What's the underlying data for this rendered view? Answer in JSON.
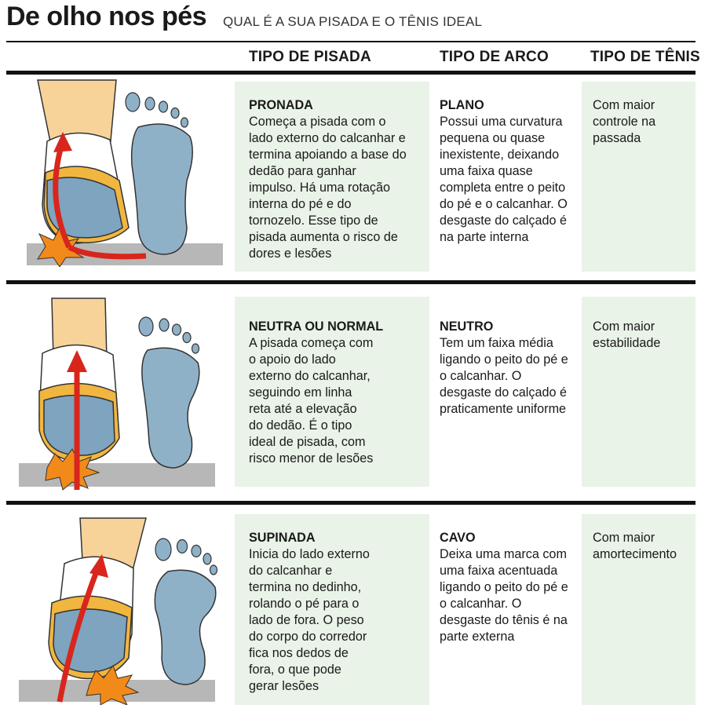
{
  "header": {
    "title": "De olho nos pés",
    "subtitle": "QUAL É A SUA PISADA E  O TÊNIS IDEAL"
  },
  "columns": {
    "pisada": "TIPO DE PISADA",
    "arco": "TIPO DE ARCO",
    "tenis": "TIPO DE TÊNIS"
  },
  "rows": [
    {
      "pisada_title": "PRONADA",
      "pisada_text": "Começa a pisada com o\nlado externo do calcanhar e\ntermina apoiando a base do\ndedão para ganhar\nimpulso. Há uma rotação\ninterna do pé e do\ntornozelo. Esse tipo de\npisada aumenta o risco de\ndores e lesões",
      "arco_title": "PLANO",
      "arco_text": "Possui uma curvatura\npequena ou quase\ninexistente, deixando\numa faixa quase\ncompleta entre o peito\ndo pé e o calcanhar. O\ndesgaste do calçado é\nna parte interna",
      "tenis_text": "Com maior\ncontrole na\npassada"
    },
    {
      "pisada_title": "NEUTRA OU NORMAL",
      "pisada_text": "A pisada começa com\no apoio do lado\nexterno do calcanhar,\nseguindo em linha\nreta até a elevação\ndo dedão. É o tipo\nideal de pisada, com\nrisco menor de lesões",
      "arco_title": "NEUTRO",
      "arco_text": "Tem um faixa média\nligando o peito do pé e\no calcanhar. O\ndesgaste do calçado é\npraticamente uniforme",
      "tenis_text": "Com maior\nestabilidade"
    },
    {
      "pisada_title": "SUPINADA",
      "pisada_text": "Inicia do lado externo\ndo calcanhar e\ntermina no dedinho,\nrolando o pé para o\nlado de fora. O peso\ndo corpo do corredor\nfica nos dedos de\nfora, o que pode\ngerar lesões",
      "arco_title": "CAVO",
      "arco_text": "Deixa uma marca com\numa faixa acentuada\nligando o peito do pé e\no calcanhar. O\ndesgaste do tênis é na\nparte externa",
      "tenis_text": "Com maior\namortecimento"
    }
  ],
  "colors": {
    "cell_bg": "#e9f3e7",
    "footprint": "#8fb1c8",
    "arrow": "#d8261d",
    "skin": "#f7d39a",
    "sole": "#f1b640",
    "ground": "#b7b7b7",
    "impact": "#f28a1a"
  }
}
